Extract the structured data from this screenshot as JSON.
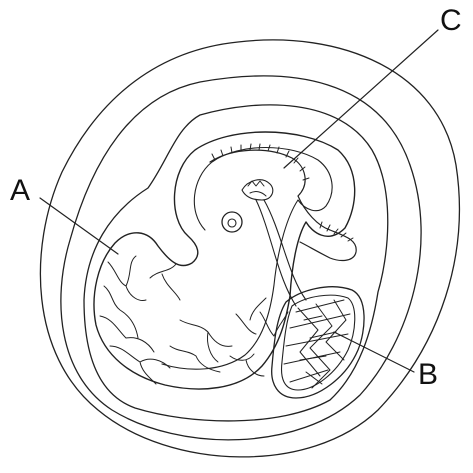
{
  "diagram": {
    "labels": {
      "a": "A",
      "b": "B",
      "c": "C"
    },
    "colors": {
      "line": "#222222",
      "background": "#ffffff"
    }
  }
}
